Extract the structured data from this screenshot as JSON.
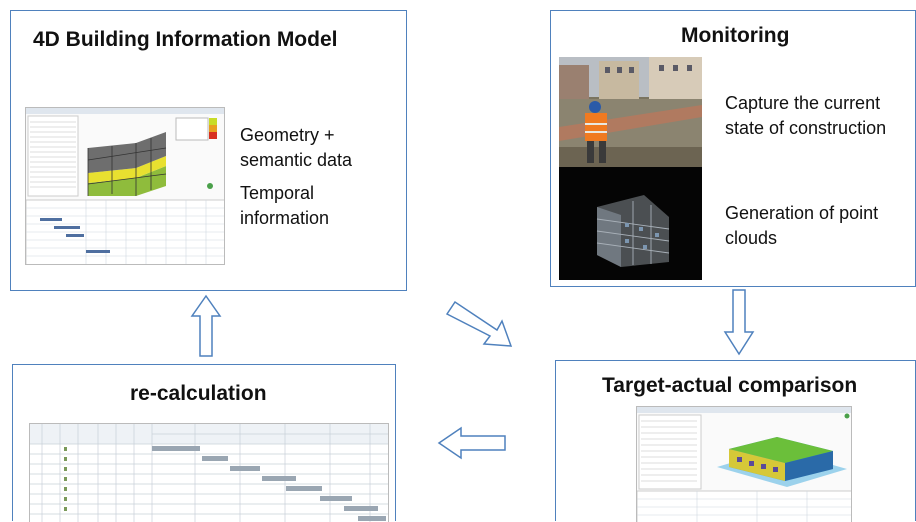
{
  "bim": {
    "title": "4D Building Information Model",
    "line1": "Geometry +",
    "line2": "semantic data",
    "line3": "Temporal",
    "line4": "information"
  },
  "monitoring": {
    "title": "Monitoring",
    "capture1": "Capture the current",
    "capture2": "state of construction",
    "gen1": "Generation of point",
    "gen2": "clouds"
  },
  "comparison": {
    "title": "Target-actual comparison"
  },
  "recalc": {
    "title": "re-calculation"
  },
  "colors": {
    "border": "#4f81bd",
    "arrow_stroke": "#4f81bd",
    "gantt_bar": "#9aa6b2"
  },
  "icons": [
    "up-arrow-icon",
    "diagonal-arrow-icon",
    "down-arrow-icon",
    "left-arrow-icon"
  ]
}
